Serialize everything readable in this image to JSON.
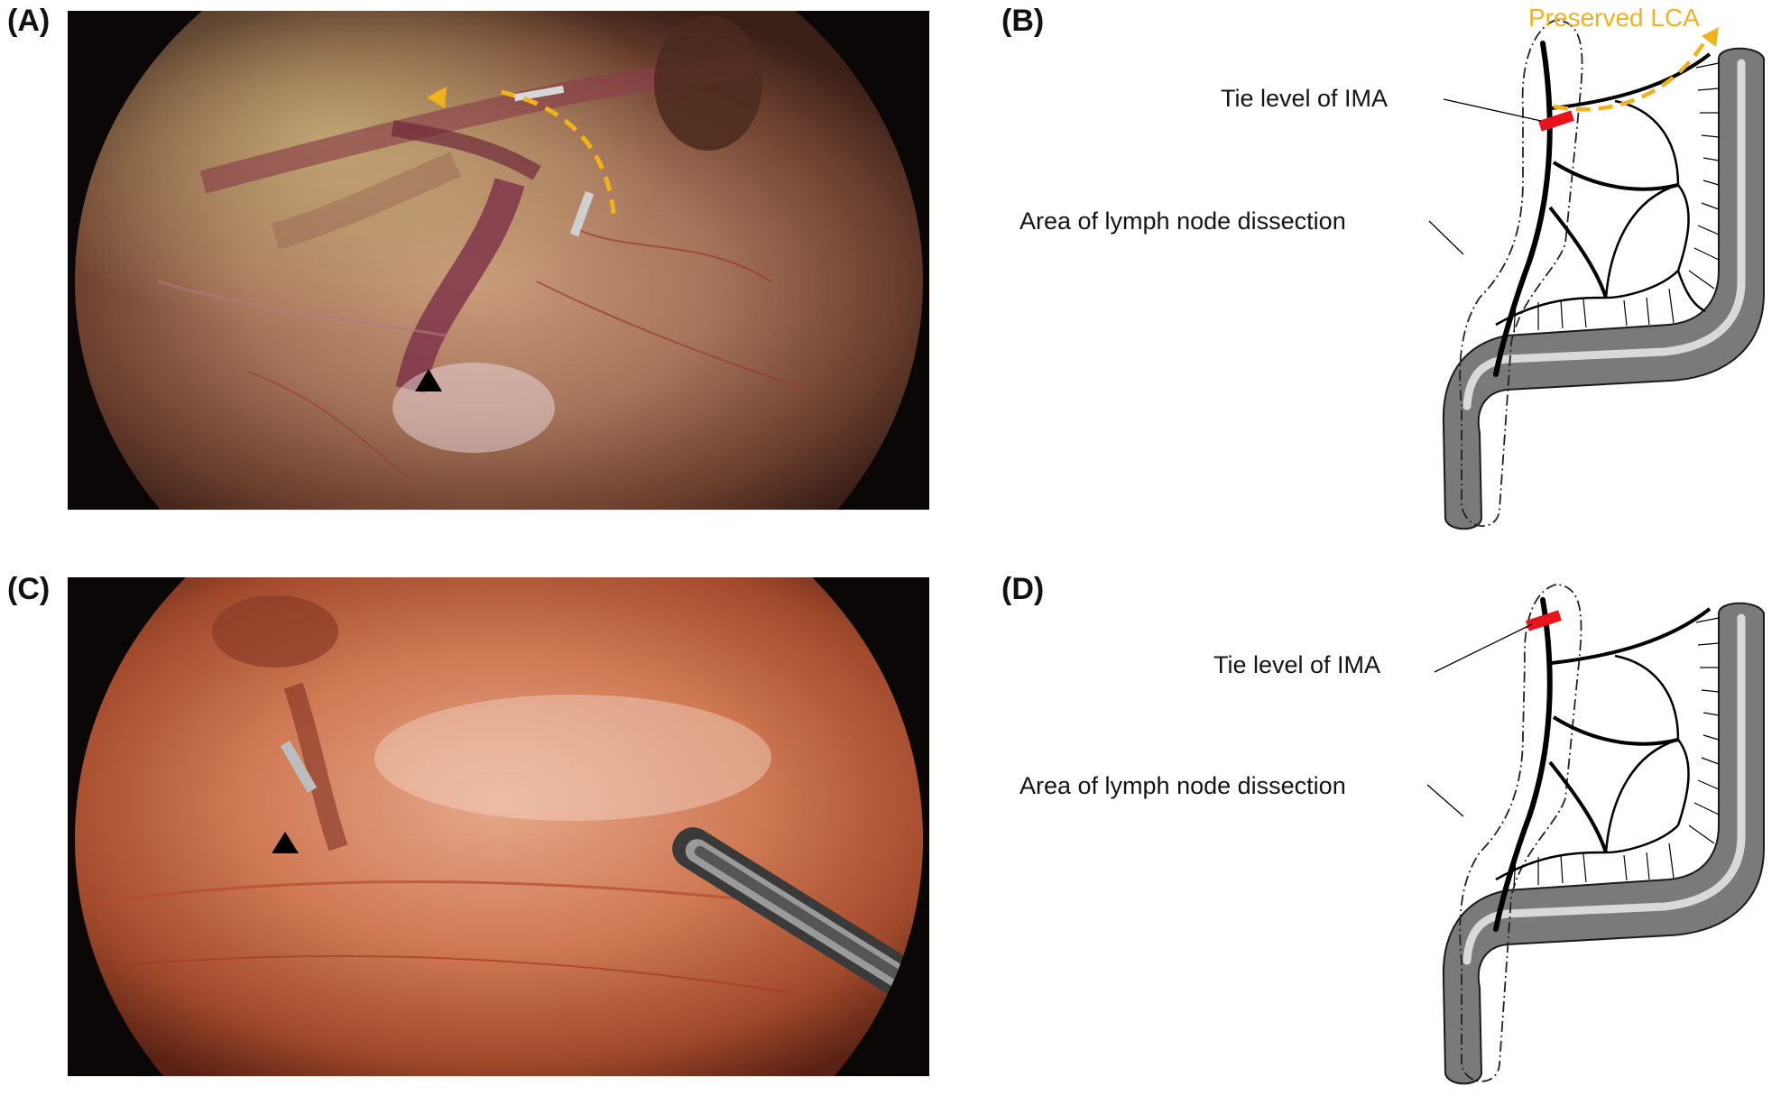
{
  "panels": {
    "a": {
      "letter": "(A)"
    },
    "b": {
      "letter": "(B)",
      "tie_label": "Tie level of IMA",
      "area_label": "Area of lymph node dissection",
      "preserved_label": "Preserved LCA"
    },
    "c": {
      "letter": "(C)"
    },
    "d": {
      "letter": "(D)",
      "tie_label": "Tie level of IMA",
      "area_label": "Area of lymph node dissection"
    }
  },
  "colors": {
    "ligation": "#e8141c",
    "preserved_lca": "#f2b21b",
    "colon_outer": "#7a7a7a",
    "colon_lumen": "#d9d9d9",
    "photo_background": "#0b0706"
  },
  "markers": {
    "arrowhead_icon": "black-triangle-icon"
  }
}
